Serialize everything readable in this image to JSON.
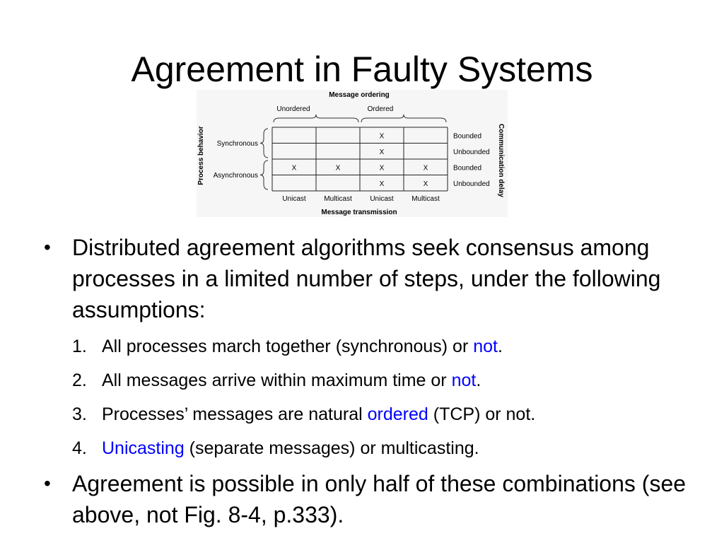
{
  "slide": {
    "title": "Agreement in Faulty Systems",
    "accent_color": "#0000ff"
  },
  "figure": {
    "top_caption": "Message ordering",
    "top_groups": [
      "Unordered",
      "Ordered"
    ],
    "left_caption": "Process behavior",
    "left_groups": [
      "Synchronous",
      "Asynchronous"
    ],
    "right_caption": "Communication delay",
    "right_labels": [
      "Bounded",
      "Unbounded",
      "Bounded",
      "Unbounded"
    ],
    "bottom_labels": [
      "Unicast",
      "Multicast",
      "Unicast",
      "Multicast"
    ],
    "bottom_caption": "Message transmission",
    "mark": "X",
    "grid": [
      [
        false,
        false,
        true,
        false
      ],
      [
        false,
        false,
        true,
        false
      ],
      [
        true,
        true,
        true,
        true
      ],
      [
        false,
        false,
        true,
        true
      ]
    ]
  },
  "bullets": {
    "b1": "Distributed agreement algorithms seek consensus among processes in a limited number of steps, under the following assumptions:",
    "items": [
      {
        "num": "1.",
        "pre": "All processes march together (synchronous) or ",
        "hl": "not",
        "post": "."
      },
      {
        "num": "2.",
        "pre": "All messages arrive within maximum time or ",
        "hl": "not",
        "post": "."
      },
      {
        "num": "3.",
        "pre": "Processes’ messages are natural ",
        "hl": "ordered",
        "post": " (TCP) or not."
      },
      {
        "num": "4.",
        "pre": "",
        "hl": "Unicasting",
        "post": " (separate messages) or multicasting."
      }
    ],
    "b2": " Agreement is possible in only half of these combinations (see above, not Fig. 8-4, p.333).",
    "bullet_char": "•"
  }
}
